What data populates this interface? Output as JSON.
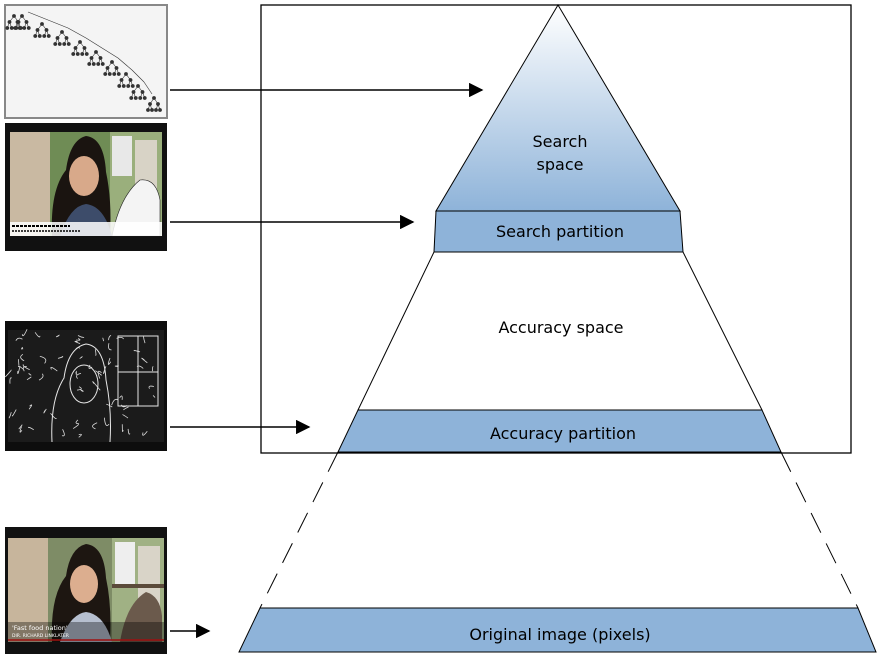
{
  "colors": {
    "band_fill": "#8eb3d9",
    "gradient_top": "#ffffff",
    "gradient_bottom": "#8eb3d9",
    "stroke": "#000000",
    "photo_background": "#111111"
  },
  "pyramid": {
    "search_space_line1": "Search",
    "search_space_line2": "space",
    "search_partition": "Search partition",
    "accuracy_space": "Accuracy space",
    "accuracy_partition": "Accuracy partition",
    "original_image": "Original image (pixels)"
  },
  "thumbnails": [
    {
      "kind": "search-tree",
      "icon": "tree-icon"
    },
    {
      "kind": "segmented-photo",
      "icon": "photo-segments-icon"
    },
    {
      "kind": "edge-photo",
      "icon": "photo-edges-icon"
    },
    {
      "kind": "original-photo",
      "icon": "photo-icon",
      "caption_line1": "'Fast food nation'",
      "caption_line2": "DIR. RICHARD LINKLATER"
    }
  ]
}
